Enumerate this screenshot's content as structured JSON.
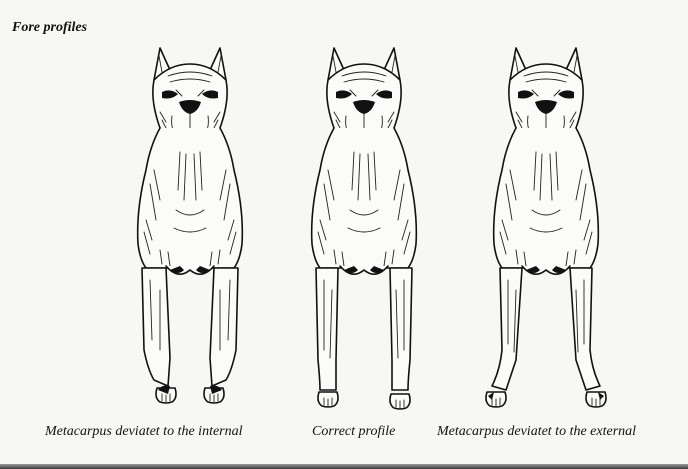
{
  "title": "Fore profiles",
  "figures": [
    {
      "caption": "Metacarpus deviatet to the internal",
      "variant": "internal"
    },
    {
      "caption": "Correct profile",
      "variant": "correct"
    },
    {
      "caption": "Metacarpus deviatet to the external",
      "variant": "external"
    }
  ]
}
